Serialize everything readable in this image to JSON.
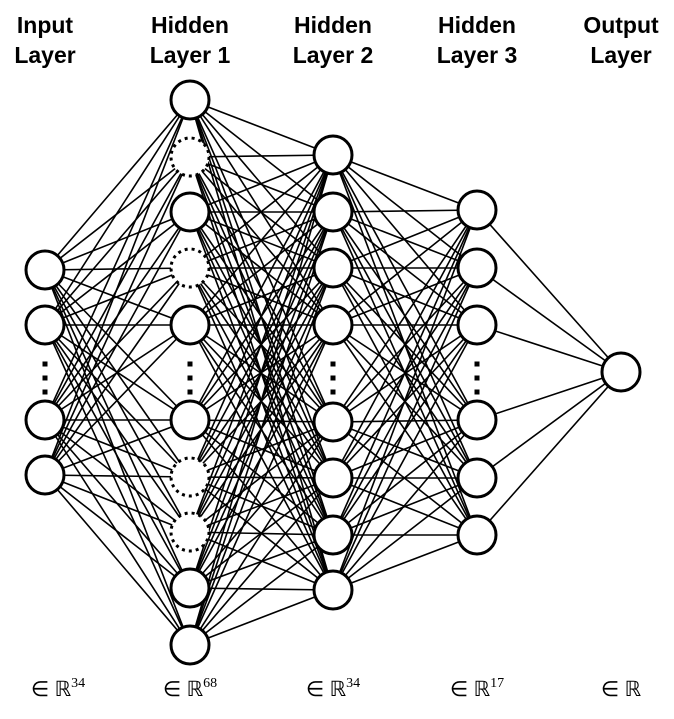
{
  "layers": [
    {
      "title_line1": "Input",
      "title_line2": "Layer",
      "dimension_symbol": "∈ ℝ",
      "dimension_exponent": "34",
      "nodes": [
        {
          "style": "solid"
        },
        {
          "style": "solid"
        },
        {
          "style": "ellipsis"
        },
        {
          "style": "solid"
        },
        {
          "style": "solid"
        }
      ]
    },
    {
      "title_line1": "Hidden",
      "title_line2": "Layer 1",
      "dimension_symbol": "∈ ℝ",
      "dimension_exponent": "68",
      "nodes": [
        {
          "style": "solid"
        },
        {
          "style": "dotted"
        },
        {
          "style": "solid"
        },
        {
          "style": "dotted"
        },
        {
          "style": "solid"
        },
        {
          "style": "ellipsis"
        },
        {
          "style": "solid"
        },
        {
          "style": "dotted"
        },
        {
          "style": "dotted"
        },
        {
          "style": "solid"
        },
        {
          "style": "solid"
        }
      ]
    },
    {
      "title_line1": "Hidden",
      "title_line2": "Layer 2",
      "dimension_symbol": "∈ ℝ",
      "dimension_exponent": "34",
      "nodes": [
        {
          "style": "solid"
        },
        {
          "style": "solid"
        },
        {
          "style": "solid"
        },
        {
          "style": "solid"
        },
        {
          "style": "ellipsis"
        },
        {
          "style": "solid"
        },
        {
          "style": "solid"
        },
        {
          "style": "solid"
        },
        {
          "style": "solid"
        }
      ]
    },
    {
      "title_line1": "Hidden",
      "title_line2": "Layer 3",
      "dimension_symbol": "∈ ℝ",
      "dimension_exponent": "17",
      "nodes": [
        {
          "style": "solid"
        },
        {
          "style": "solid"
        },
        {
          "style": "solid"
        },
        {
          "style": "ellipsis"
        },
        {
          "style": "solid"
        },
        {
          "style": "solid"
        },
        {
          "style": "solid"
        }
      ]
    },
    {
      "title_line1": "Output",
      "title_line2": "Layer",
      "dimension_symbol": "∈ ℝ",
      "dimension_exponent": "",
      "nodes": [
        {
          "style": "solid"
        }
      ]
    }
  ],
  "connectivity": "fully-connected between adjacent layers"
}
